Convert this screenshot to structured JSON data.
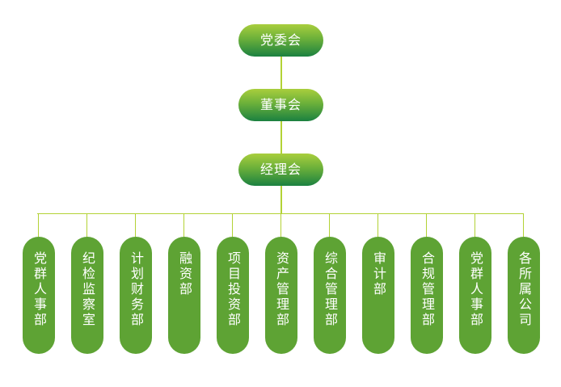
{
  "colors": {
    "connector": "#b3d235",
    "department_fill": "#5ea334",
    "top_gradient_start": "#a9ce3d",
    "top_gradient_end": "#1b8140"
  },
  "top_nodes": [
    "党委会",
    "董事会",
    "经理会"
  ],
  "departments": [
    "党群人事部",
    "纪检监察室",
    "计划财务部",
    "融资部",
    "项目投资部",
    "资产管理部",
    "综合管理部",
    "审计部",
    "合规管理部",
    "党群人事部",
    "各所属公司"
  ]
}
